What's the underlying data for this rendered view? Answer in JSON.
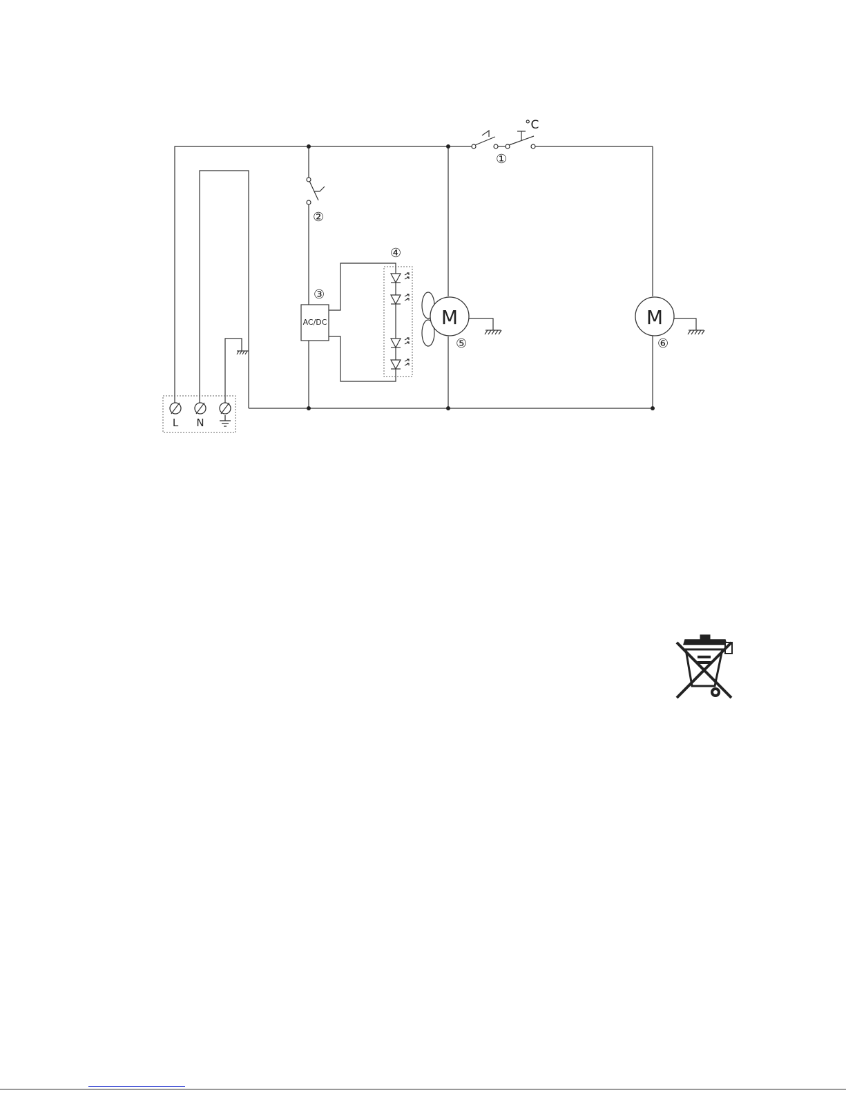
{
  "diagram": {
    "terminals": {
      "live": "L",
      "neutral": "N"
    },
    "component_markers": {
      "c1": "①",
      "c2": "②",
      "c3": "③",
      "c4": "④",
      "c5": "⑤",
      "c6": "⑥"
    },
    "thermostat_unit": "°C",
    "converter_label": "AC/DC",
    "fan_motor_label": "M",
    "compressor_motor_label": "M"
  },
  "icons": {
    "weee": "crossed-out-wheelie-bin-icon",
    "ground": "ground-icon",
    "chassis_ground": "chassis-ground-icon",
    "led": "led-diode-icon",
    "fan": "fan-blade-icon"
  },
  "colors": {
    "line": "#333333",
    "footer_link": "#2a3bd0"
  }
}
